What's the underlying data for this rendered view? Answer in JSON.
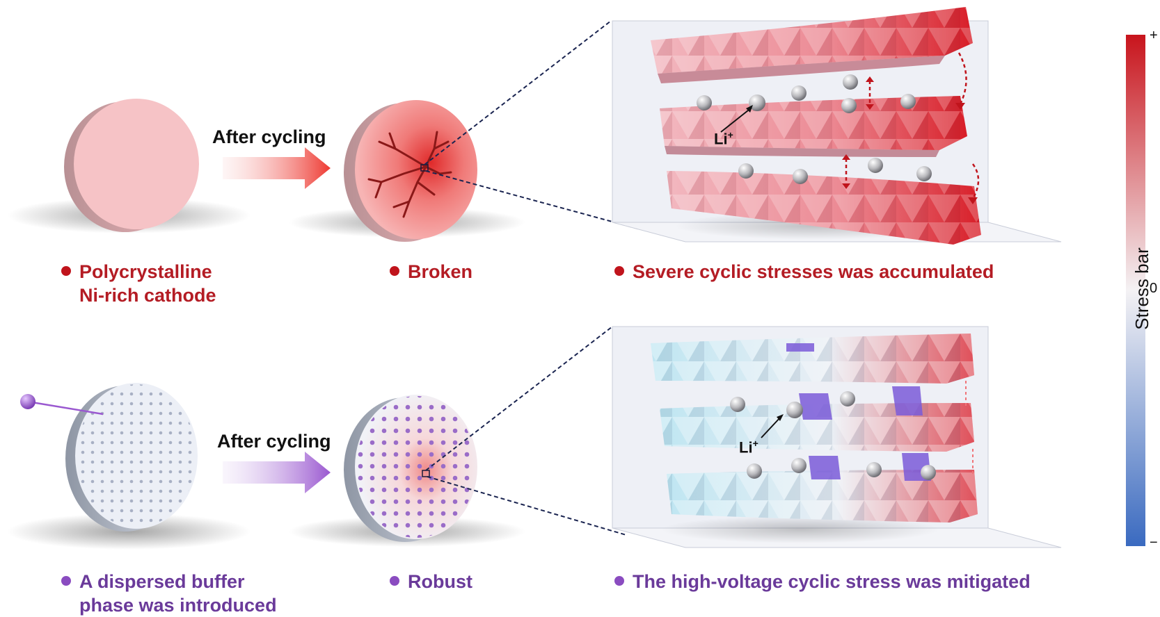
{
  "top_row": {
    "arrow_label": "After cycling",
    "cathode_label_line1": "Polycrystalline",
    "cathode_label_line2": "Ni-rich cathode",
    "particle_label": "Broken",
    "lattice_label": "Severe cyclic stresses was accumulated",
    "ion_label": "Li",
    "ion_charge": "+"
  },
  "bottom_row": {
    "arrow_label": "After cycling",
    "cathode_label_line1": "A dispersed buffer",
    "cathode_label_line2": "phase was introduced",
    "particle_label": "Robust",
    "lattice_label": "The high-voltage cyclic stress was mitigated",
    "ion_label": "Li",
    "ion_charge": "+"
  },
  "stress_bar": {
    "title": "Stress bar",
    "max_label": "+",
    "mid_label": "0",
    "min_label": "−",
    "colors": {
      "high": "#c8141c",
      "mid": "#f4f2f4",
      "low": "#3a6ac0"
    }
  },
  "colors": {
    "red_text": "#b41c24",
    "purple_text": "#6a3a9a",
    "pink_disc": "#f6c0c4",
    "pale_disc": "#eceff6",
    "dot_purple": "#9868c8"
  }
}
